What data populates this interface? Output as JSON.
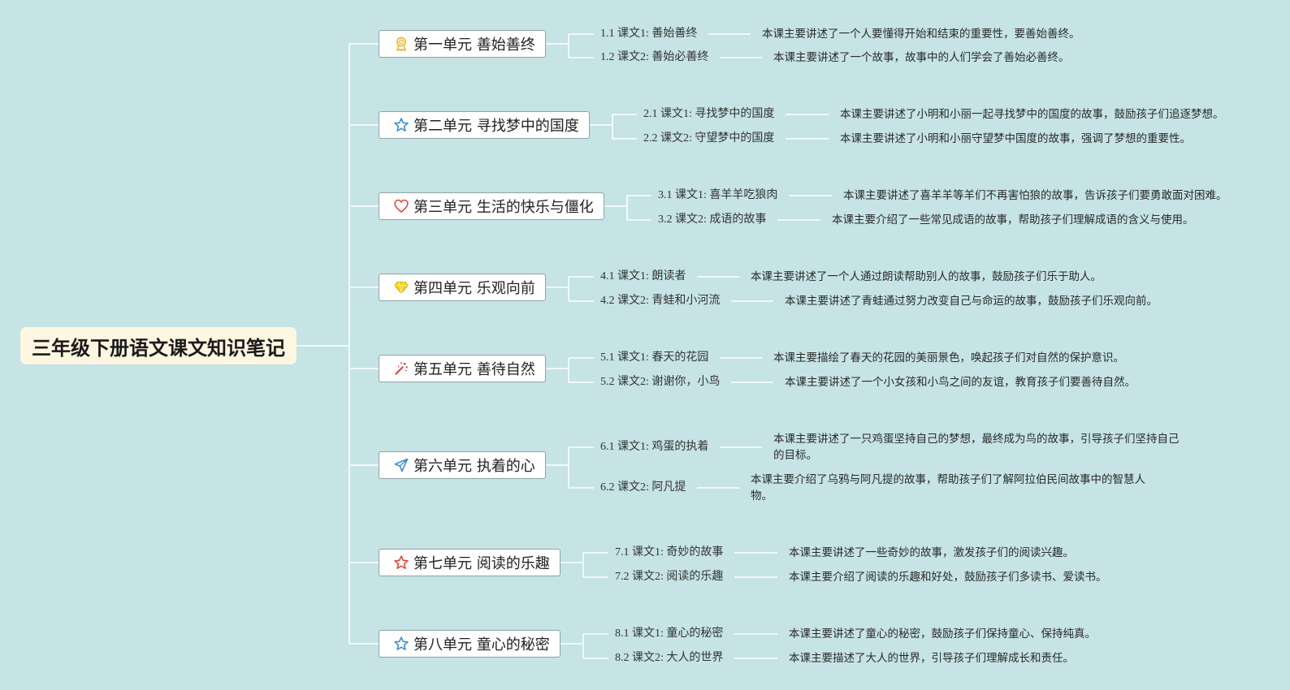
{
  "root": {
    "title": "三年级下册语文课文知识笔记"
  },
  "units": [
    {
      "title": "第一单元 善始善终",
      "icon": "award-ribbon-icon",
      "icon_color": "#e8b923",
      "lessons": [
        {
          "label": "1.1 课文1: 善始善终",
          "desc": "本课主要讲述了一个人要懂得开始和结束的重要性，要善始善终。"
        },
        {
          "label": "1.2 课文2: 善始必善终",
          "desc": "本课主要讲述了一个故事，故事中的人们学会了善始必善终。"
        }
      ]
    },
    {
      "title": "第二单元 寻找梦中的国度",
      "icon": "star-outline-icon",
      "icon_color": "#3a8fd0",
      "lessons": [
        {
          "label": "2.1 课文1: 寻找梦中的国度",
          "desc": "本课主要讲述了小明和小丽一起寻找梦中的国度的故事，鼓励孩子们追逐梦想。"
        },
        {
          "label": "2.2 课文2: 守望梦中的国度",
          "desc": "本课主要讲述了小明和小丽守望梦中国度的故事，强调了梦想的重要性。"
        }
      ]
    },
    {
      "title": "第三单元 生活的快乐与僵化",
      "icon": "heart-outline-icon",
      "icon_color": "#e0463a",
      "lessons": [
        {
          "label": "3.1 课文1: 喜羊羊吃狼肉",
          "desc": "本课主要讲述了喜羊羊等羊们不再害怕狼的故事，告诉孩子们要勇敢面对困难。"
        },
        {
          "label": "3.2 课文2: 成语的故事",
          "desc": "本课主要介绍了一些常见成语的故事，帮助孩子们理解成语的含义与使用。"
        }
      ]
    },
    {
      "title": "第四单元 乐观向前",
      "icon": "diamond-icon",
      "icon_color": "#f2d21b",
      "lessons": [
        {
          "label": "4.1 课文1: 朗读者",
          "desc": "本课主要讲述了一个人通过朗读帮助别人的故事，鼓励孩子们乐于助人。"
        },
        {
          "label": "4.2 课文2: 青蛙和小河流",
          "desc": "本课主要讲述了青蛙通过努力改变自己与命运的故事，鼓励孩子们乐观向前。"
        }
      ]
    },
    {
      "title": "第五单元 善待自然",
      "icon": "magic-wand-icon",
      "icon_color": "#d83a3a",
      "lessons": [
        {
          "label": "5.1 课文1: 春天的花园",
          "desc": "本课主要描绘了春天的花园的美丽景色，唤起孩子们对自然的保护意识。"
        },
        {
          "label": "5.2 课文2: 谢谢你，小鸟",
          "desc": "本课主要讲述了一个小女孩和小鸟之间的友谊，教育孩子们要善待自然。"
        }
      ]
    },
    {
      "title": "第六单元 执着的心",
      "icon": "paper-plane-icon",
      "icon_color": "#3a8fd0",
      "lessons": [
        {
          "label": "6.1 课文1: 鸡蛋的执着",
          "desc": "本课主要讲述了一只鸡蛋坚持自己的梦想，最终成为鸟的故事，引导孩子们坚持自己的目标。"
        },
        {
          "label": "6.2 课文2: 阿凡提",
          "desc": "本课主要介绍了乌鸦与阿凡提的故事，帮助孩子们了解阿拉伯民间故事中的智慧人物。"
        }
      ]
    },
    {
      "title": "第七单元 阅读的乐趣",
      "icon": "star-outline-icon",
      "icon_color": "#e0463a",
      "lessons": [
        {
          "label": "7.1 课文1: 奇妙的故事",
          "desc": "本课主要讲述了一些奇妙的故事，激发孩子们的阅读兴趣。"
        },
        {
          "label": "7.2 课文2: 阅读的乐趣",
          "desc": "本课主要介绍了阅读的乐趣和好处，鼓励孩子们多读书、爱读书。"
        }
      ]
    },
    {
      "title": "第八单元 童心的秘密",
      "icon": "star-outline-icon",
      "icon_color": "#3a8fd0",
      "lessons": [
        {
          "label": "8.1 课文1: 童心的秘密",
          "desc": "本课主要讲述了童心的秘密，鼓励孩子们保持童心、保持纯真。"
        },
        {
          "label": "8.2 课文2: 大人的世界",
          "desc": "本课主要描述了大人的世界，引导孩子们理解成长和责任。"
        }
      ]
    }
  ]
}
